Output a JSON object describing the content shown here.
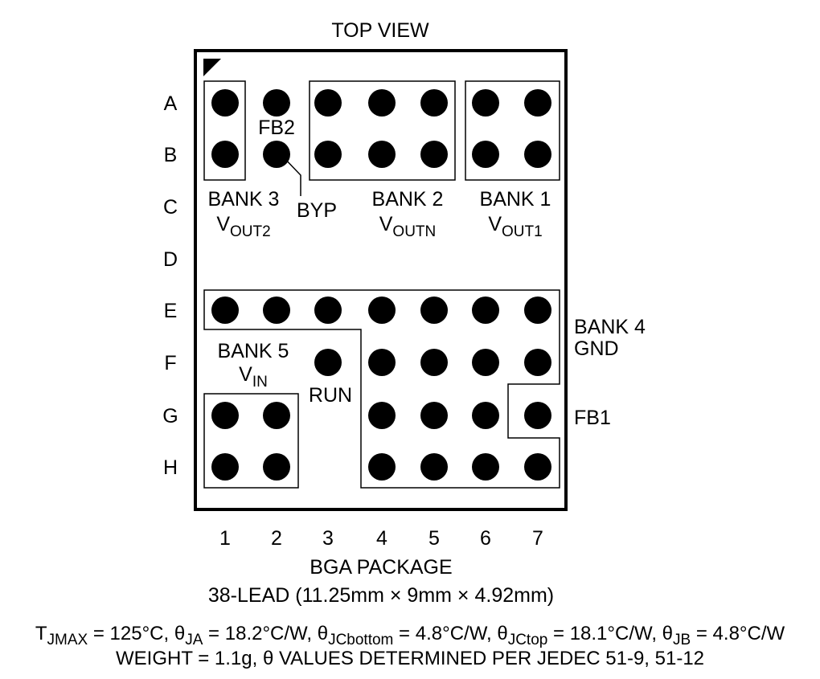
{
  "title": "TOP VIEW",
  "rows": [
    "A",
    "B",
    "C",
    "D",
    "E",
    "F",
    "G",
    "H"
  ],
  "columns": [
    "1",
    "2",
    "3",
    "4",
    "5",
    "6",
    "7"
  ],
  "balls": [
    {
      "row": "A",
      "col": "1"
    },
    {
      "row": "A",
      "col": "2"
    },
    {
      "row": "A",
      "col": "3"
    },
    {
      "row": "A",
      "col": "4"
    },
    {
      "row": "A",
      "col": "5"
    },
    {
      "row": "A",
      "col": "6"
    },
    {
      "row": "A",
      "col": "7"
    },
    {
      "row": "B",
      "col": "1"
    },
    {
      "row": "B",
      "col": "2"
    },
    {
      "row": "B",
      "col": "3"
    },
    {
      "row": "B",
      "col": "4"
    },
    {
      "row": "B",
      "col": "5"
    },
    {
      "row": "B",
      "col": "6"
    },
    {
      "row": "B",
      "col": "7"
    },
    {
      "row": "E",
      "col": "1"
    },
    {
      "row": "E",
      "col": "2"
    },
    {
      "row": "E",
      "col": "3"
    },
    {
      "row": "E",
      "col": "4"
    },
    {
      "row": "E",
      "col": "5"
    },
    {
      "row": "E",
      "col": "6"
    },
    {
      "row": "E",
      "col": "7"
    },
    {
      "row": "F",
      "col": "3"
    },
    {
      "row": "F",
      "col": "4"
    },
    {
      "row": "F",
      "col": "5"
    },
    {
      "row": "F",
      "col": "6"
    },
    {
      "row": "F",
      "col": "7"
    },
    {
      "row": "G",
      "col": "1"
    },
    {
      "row": "G",
      "col": "2"
    },
    {
      "row": "G",
      "col": "4"
    },
    {
      "row": "G",
      "col": "5"
    },
    {
      "row": "G",
      "col": "6"
    },
    {
      "row": "G",
      "col": "7"
    },
    {
      "row": "H",
      "col": "1"
    },
    {
      "row": "H",
      "col": "2"
    },
    {
      "row": "H",
      "col": "4"
    },
    {
      "row": "H",
      "col": "5"
    },
    {
      "row": "H",
      "col": "6"
    },
    {
      "row": "H",
      "col": "7"
    }
  ],
  "labels": {
    "fb2": "FB2",
    "byp": "BYP",
    "run": "RUN",
    "fb1": "FB1",
    "bank1": {
      "name": "BANK 1",
      "v": "V",
      "sub": "OUT1"
    },
    "bank2": {
      "name": "BANK 2",
      "v": "V",
      "sub": "OUTN"
    },
    "bank3": {
      "name": "BANK 3",
      "v": "V",
      "sub": "OUT2"
    },
    "bank4": {
      "name": "BANK 4",
      "net": "GND"
    },
    "bank5": {
      "name": "BANK 5",
      "v": "V",
      "sub": "IN"
    }
  },
  "package": {
    "name": "BGA PACKAGE",
    "desc": "38-LEAD (11.25mm × 9mm × 4.92mm)"
  },
  "footer": {
    "line1": [
      {
        "t": "T"
      },
      {
        "t": "JMAX",
        "sub": true
      },
      {
        "t": " = 125°C, θ"
      },
      {
        "t": "JA",
        "sub": true
      },
      {
        "t": " = 18.2°C/W, θ"
      },
      {
        "t": "JCbottom",
        "sub": true
      },
      {
        "t": " = 4.8°C/W, θ"
      },
      {
        "t": "JCtop",
        "sub": true
      },
      {
        "t": " = 18.1°C/W, θ"
      },
      {
        "t": "JB",
        "sub": true
      },
      {
        "t": " = 4.8°C/W"
      }
    ],
    "line2": "WEIGHT = 1.1g, θ VALUES DETERMINED PER JEDEC 51-9, 51-12"
  }
}
